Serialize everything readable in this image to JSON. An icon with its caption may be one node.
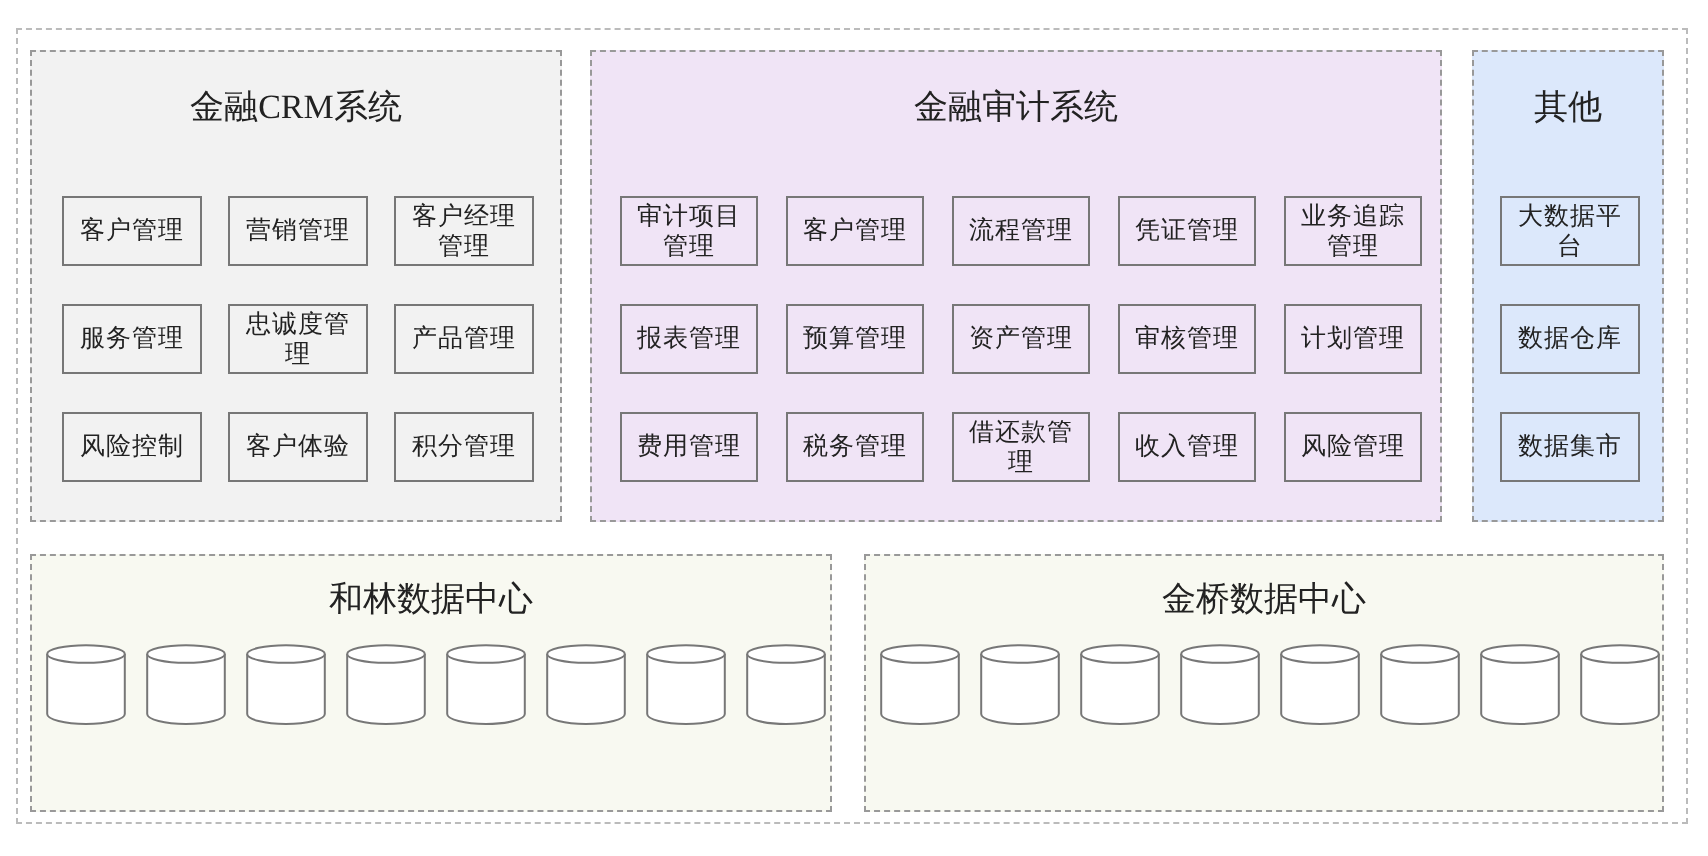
{
  "diagram": {
    "nodes": [
      {
        "text": [
          "金融CRM系统"
        ]
      },
      {
        "text": [
          "客户管理"
        ],
        "in": 0
      },
      {
        "text": [
          "营销管理"
        ],
        "in": 0
      },
      {
        "text": [
          "客户经理管理"
        ],
        "in": 0
      },
      {
        "text": [
          "服务管理"
        ],
        "in": 0
      },
      {
        "text": [
          "忠诚度管理"
        ],
        "in": 0
      },
      {
        "text": [
          "产品管理"
        ],
        "in": 0
      },
      {
        "text": [
          "风险控制"
        ],
        "in": 0
      },
      {
        "text": [
          "客户体验"
        ],
        "in": 0
      },
      {
        "text": [
          "积分管理"
        ],
        "in": 0
      },
      {
        "text": [
          "金融审计系统"
        ]
      },
      {
        "text": [
          "审计项目管理"
        ],
        "in": 10
      },
      {
        "text": [
          "客户管理"
        ],
        "in": 10
      },
      {
        "text": [
          "流程管理"
        ],
        "in": 10
      },
      {
        "text": [
          "凭证管理"
        ],
        "in": 10
      },
      {
        "text": [
          "业务追踪管理"
        ],
        "in": 10
      },
      {
        "text": [
          "报表管理"
        ],
        "in": 10
      },
      {
        "text": [
          "预算管理"
        ],
        "in": 10
      },
      {
        "text": [
          "资产管理"
        ],
        "in": 10
      },
      {
        "text": [
          "审核管理"
        ],
        "in": 10
      },
      {
        "text": [
          "计划管理"
        ],
        "in": 10
      },
      {
        "text": [
          "费用管理"
        ],
        "in": 10
      },
      {
        "text": [
          "税务管理"
        ],
        "in": 10
      },
      {
        "text": [
          "借还款管理"
        ],
        "in": 10
      },
      {
        "text": [
          "收入管理"
        ],
        "in": 10
      },
      {
        "text": [
          "风险管理"
        ],
        "in": 10
      },
      {
        "text": [
          "其他"
        ]
      },
      {
        "text": [
          "大数据平台"
        ],
        "in": 26
      },
      {
        "text": [
          "数据仓库"
        ],
        "in": 26
      },
      {
        "text": [
          "数据集市"
        ],
        "in": 26
      },
      {
        "text": [
          "和林数据中心"
        ]
      },
      {
        "text": [],
        "shape": "cylinder",
        "in": 30
      },
      {
        "text": [],
        "shape": "cylinder",
        "in": 30
      },
      {
        "text": [],
        "shape": "cylinder",
        "in": 30
      },
      {
        "text": [],
        "shape": "cylinder",
        "in": 30
      },
      {
        "text": [],
        "shape": "cylinder",
        "in": 30
      },
      {
        "text": [],
        "shape": "cylinder",
        "in": 30
      },
      {
        "text": [],
        "shape": "cylinder",
        "in": 30
      },
      {
        "text": [],
        "shape": "cylinder",
        "in": 30
      },
      {
        "text": [
          "金桥数据中心"
        ]
      },
      {
        "text": [],
        "shape": "cylinder",
        "in": 39
      },
      {
        "text": [],
        "shape": "cylinder",
        "in": 39
      },
      {
        "text": [],
        "shape": "cylinder",
        "in": 39
      },
      {
        "text": [],
        "shape": "cylinder",
        "in": 39
      },
      {
        "text": [],
        "shape": "cylinder",
        "in": 39
      },
      {
        "text": [],
        "shape": "cylinder",
        "in": 39
      },
      {
        "text": [],
        "shape": "cylinder",
        "in": 39
      },
      {
        "text": [],
        "shape": "cylinder",
        "in": 39
      }
    ]
  }
}
